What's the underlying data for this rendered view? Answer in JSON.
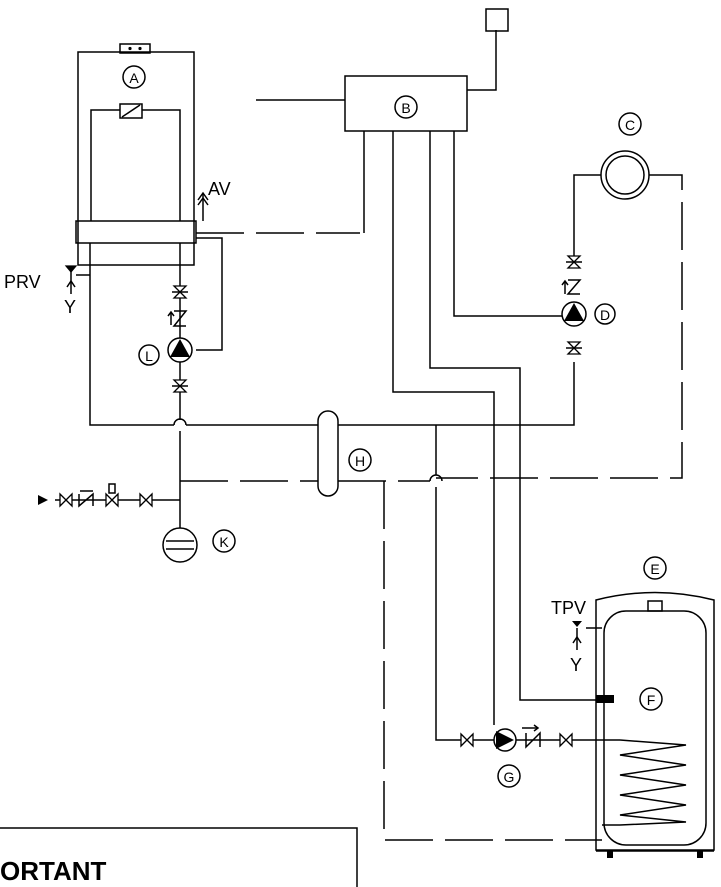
{
  "components": {
    "A": "A",
    "B": "B",
    "C": "C",
    "D": "D",
    "E": "E",
    "F": "F",
    "G": "G",
    "H": "H",
    "K": "K",
    "L": "L"
  },
  "labels": {
    "av": "AV",
    "prv": "PRV",
    "prv_y": "Y",
    "tpv": "TPV",
    "tpv_y": "Y"
  },
  "notice": {
    "text": "ORTANT"
  }
}
